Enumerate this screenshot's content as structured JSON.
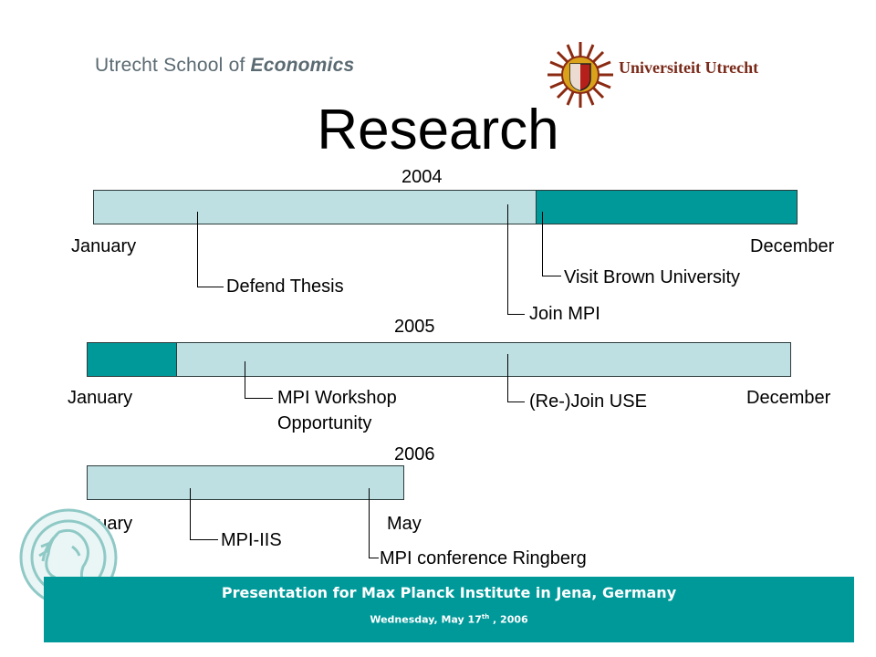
{
  "header": {
    "use_logo_prefix": "Utrecht School of ",
    "use_logo_bold": "Economics",
    "uu_logo_text": "Universiteit Utrecht"
  },
  "title": "Research",
  "timelines": [
    {
      "year": "2004",
      "start_label": "January",
      "end_label": "December",
      "events": [
        {
          "label": "Defend Thesis"
        },
        {
          "label": "Join MPI"
        },
        {
          "label": "Visit Brown University"
        }
      ]
    },
    {
      "year": "2005",
      "start_label": "January",
      "end_label": "December",
      "events": [
        {
          "label_line1": "MPI Workshop",
          "label_line2": "Opportunity"
        },
        {
          "label": "(Re-)Join USE"
        }
      ]
    },
    {
      "year": "2006",
      "start_label": "January",
      "end_label": "May",
      "events": [
        {
          "label": "MPI-IIS"
        },
        {
          "label": "MPI conference Ringberg"
        }
      ]
    }
  ],
  "footer": {
    "title": "Presentation for Max Planck Institute in Jena, Germany",
    "date_prefix": "Wednesday, May 17",
    "date_sup": "th",
    "date_suffix": " , 2006"
  },
  "colors": {
    "teal": "#00999a",
    "light_teal": "#bfe0e3",
    "footer_text": "#ffffff"
  }
}
